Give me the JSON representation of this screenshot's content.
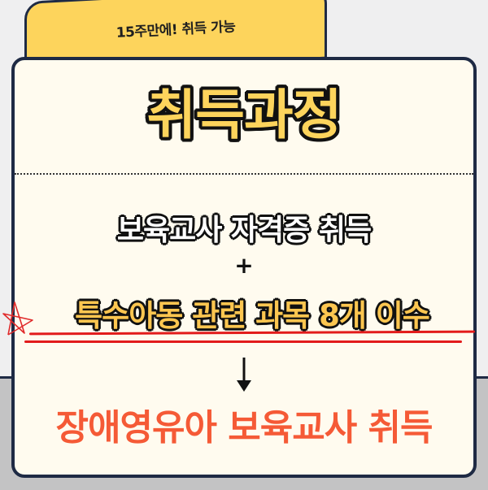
{
  "tab": {
    "label": "15주만에! 취득 가능"
  },
  "card": {
    "title": "취득과정",
    "step1": "보육교사 자격증 취득",
    "plus_symbol": "+",
    "step2": "특수아동 관련 과목 8개 이수",
    "arrow": "down-arrow-icon",
    "result": "장애영유아 보육교사 취득"
  },
  "colors": {
    "tab_yellow": "#fdd45c",
    "card_bg": "#fffbef",
    "border_navy": "#1e2a44",
    "highlight_yellow": "#fdc650",
    "result_orange": "#f55a36",
    "underline_red": "#e21b1b",
    "bg_light": "#efeff0",
    "bg_dark": "#c3c3c4"
  }
}
